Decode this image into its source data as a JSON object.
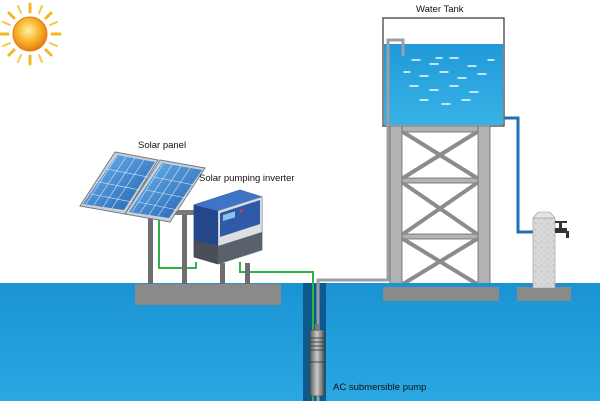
{
  "labels": {
    "water_tank": "Water Tank",
    "solar_panel": "Solar panel",
    "solar_pumping_inverter": "Solar pumping inverter",
    "ac_submersible_pump": "AC submersible pump"
  },
  "icons": {
    "sun": "sun-icon",
    "faucet": "faucet-icon"
  },
  "colors": {
    "sky": "#ffffff",
    "water": "#1e98d6",
    "tank_water": "#2aa3dc",
    "ground": "#8a8a8a",
    "pipe_gray": "#9aa0a6",
    "pipe_blue": "#1f6fb6",
    "cable_green": "#2db34a",
    "sun_core": "#f5a623",
    "sun_rays": "#f7c21b",
    "inverter_blue": "#2e5aa8",
    "panel_cell": "#2f7fd0"
  }
}
